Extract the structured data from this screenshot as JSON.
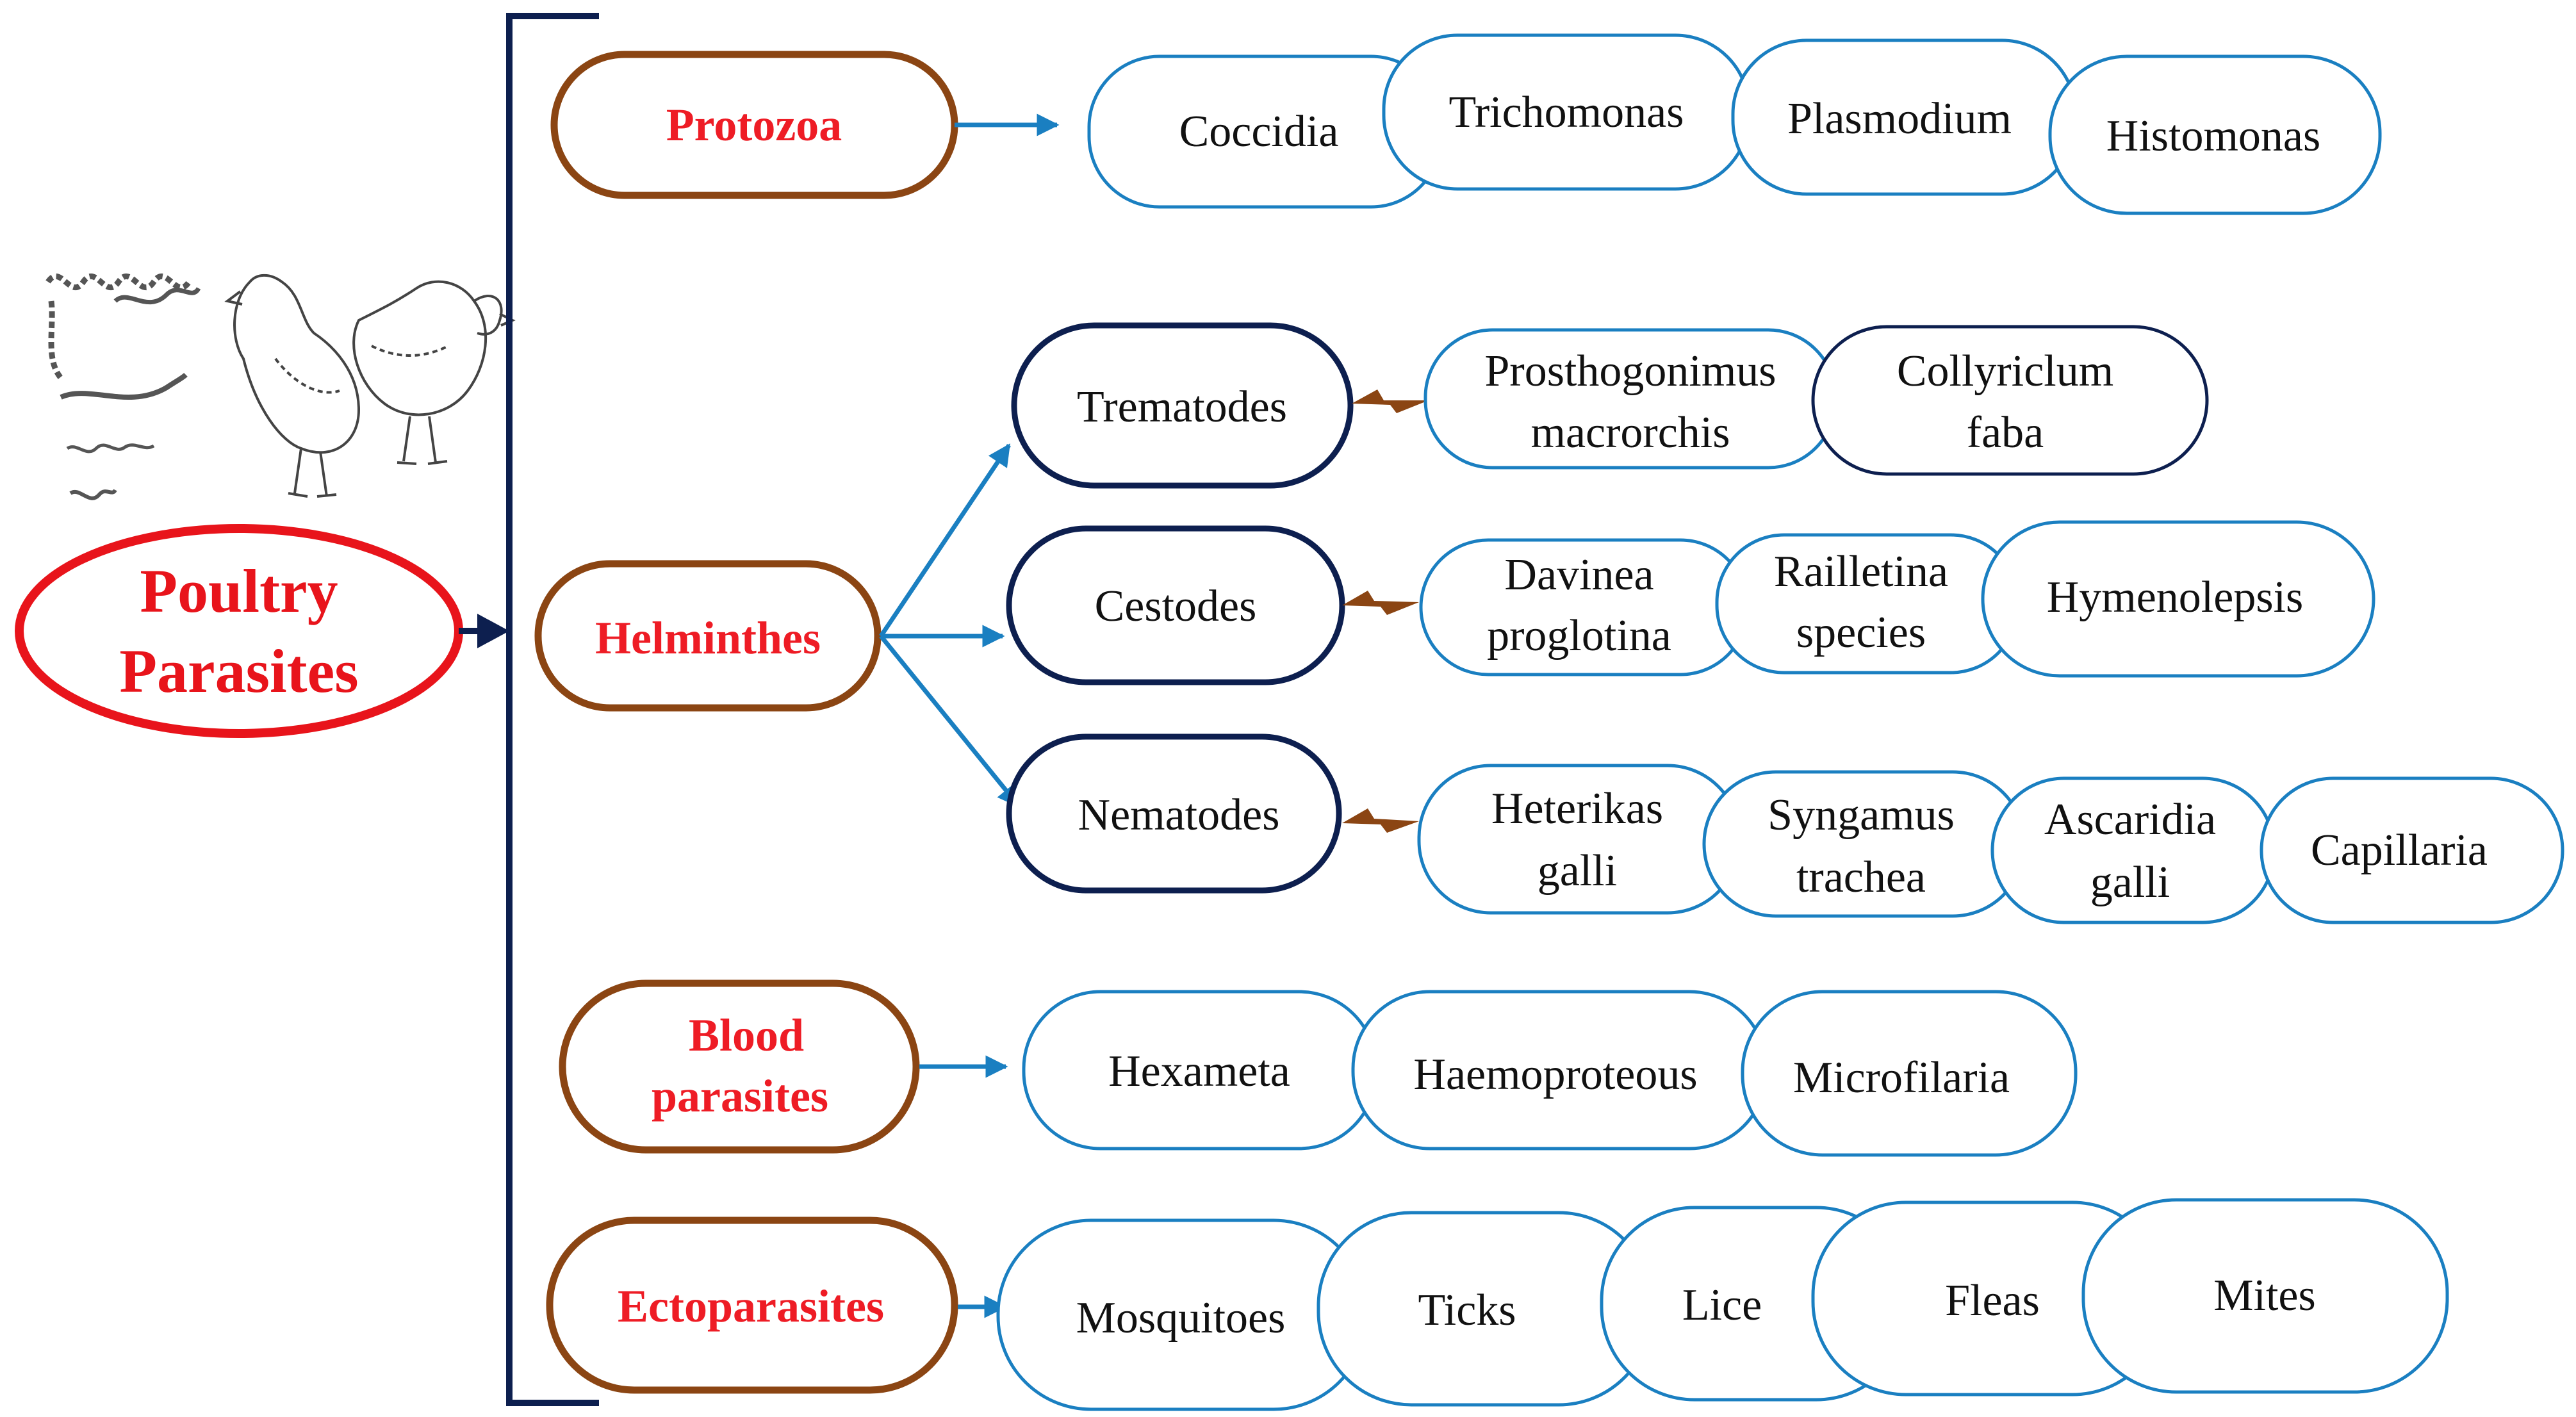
{
  "root": {
    "lines": [
      "Poultry",
      "Parasites"
    ]
  },
  "categories": {
    "protozoa": {
      "label": [
        "Protozoa"
      ],
      "members": [
        [
          "Coccidia"
        ],
        [
          "Trichomonas"
        ],
        [
          "Plasmodium"
        ],
        [
          "Histomonas"
        ]
      ]
    },
    "helminthes": {
      "label": [
        "Helminthes"
      ],
      "groups": {
        "trematodes": {
          "label": [
            "Trematodes"
          ],
          "members": [
            [
              "Prosthogonimus",
              "macrorchis"
            ],
            [
              "Collyriclum",
              "faba"
            ]
          ]
        },
        "cestodes": {
          "label": [
            "Cestodes"
          ],
          "members": [
            [
              "Davinea",
              "proglotina"
            ],
            [
              "Railletina",
              "species"
            ],
            [
              "Hymenolepsis"
            ]
          ]
        },
        "nematodes": {
          "label": [
            "Nematodes"
          ],
          "members": [
            [
              "Heterikas",
              "galli"
            ],
            [
              "Syngamus",
              "trachea"
            ],
            [
              "Ascaridia",
              "galli"
            ],
            [
              "Capillaria"
            ]
          ]
        }
      }
    },
    "blood": {
      "label": [
        "Blood",
        "parasites"
      ],
      "members": [
        [
          "Hexameta"
        ],
        [
          "Haemoproteous"
        ],
        [
          "Microfilaria"
        ]
      ]
    },
    "ecto": {
      "label": [
        "Ectoparasites"
      ],
      "members": [
        [
          "Mosquitoes"
        ],
        [
          "Ticks"
        ],
        [
          "Lice"
        ],
        [
          "Fleas"
        ],
        [
          "Mites"
        ]
      ]
    }
  },
  "colors": {
    "root_red": "#e8141b",
    "category_brown": "#8b4513",
    "category_text_red": "#ee1c25",
    "subgroup_navy": "#0d1f4f",
    "leaf_blue": "#1a7fc1",
    "arrow_blue": "#1a7fc1",
    "bracket_navy": "#0d1f4f",
    "lightning_brown": "#8b4513"
  },
  "illustration": {
    "icons": [
      "worms-sketch-icon",
      "chickens-sketch-icon"
    ]
  }
}
